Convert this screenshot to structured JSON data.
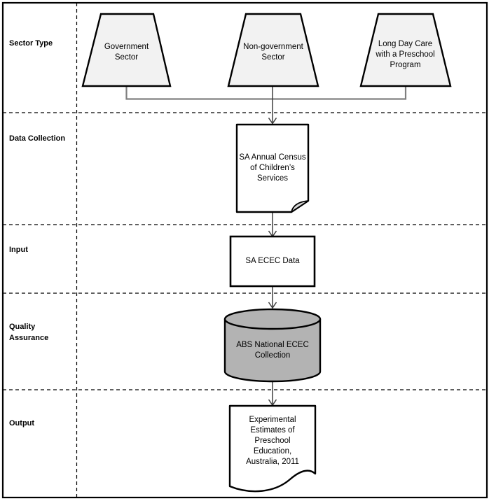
{
  "diagram": {
    "kind": "swimlane-flowchart",
    "lanes": [
      {
        "label": "Sector Type"
      },
      {
        "label": "Data Collection"
      },
      {
        "label": "Input"
      },
      {
        "label": "Quality Assurance"
      },
      {
        "label": "Output"
      }
    ],
    "nodes": [
      {
        "id": "government-sector",
        "shape": "trapezoid",
        "lane": "Sector Type",
        "label": "Government Sector"
      },
      {
        "id": "non-government-sector",
        "shape": "trapezoid",
        "lane": "Sector Type",
        "label": "Non-government Sector"
      },
      {
        "id": "long-day-care",
        "shape": "trapezoid",
        "lane": "Sector Type",
        "label": "Long Day Care with a Preschool Program"
      },
      {
        "id": "sa-annual-census",
        "shape": "document",
        "lane": "Data Collection",
        "label": "SA Annual Census of Children’s Services"
      },
      {
        "id": "sa-ecec-data",
        "shape": "rectangle",
        "lane": "Input",
        "label": "SA ECEC Data"
      },
      {
        "id": "abs-national-ecec",
        "shape": "database-cylinder",
        "lane": "Quality Assurance",
        "label": "ABS National ECEC Collection"
      },
      {
        "id": "experimental-estimates",
        "shape": "document-wavy",
        "lane": "Output",
        "label": "Experimental Estimates of Preschool Education, Australia, 2011"
      }
    ],
    "edges": [
      {
        "from": "Government Sector",
        "to": "SA Annual Census of Children’s Services"
      },
      {
        "from": "Non-government Sector",
        "to": "SA Annual Census of Children’s Services"
      },
      {
        "from": "Long Day Care with a Preschool Program",
        "to": "SA Annual Census of Children’s Services"
      },
      {
        "from": "SA Annual Census of Children’s Services",
        "to": "SA ECEC Data"
      },
      {
        "from": "SA ECEC Data",
        "to": "ABS National ECEC Collection"
      },
      {
        "from": "ABS National ECEC Collection",
        "to": "Experimental Estimates of Preschool Education, Australia, 2011"
      }
    ],
    "colors": {
      "trapezoid_fill": "#f2f2f2",
      "cylinder_fill": "#b3b3b3",
      "document_fill": "#ffffff",
      "fold_fill": "#d9d9d9",
      "stroke": "#000000",
      "connector_gray": "#7f7f7f",
      "arrow": "#3f3f3f"
    }
  }
}
